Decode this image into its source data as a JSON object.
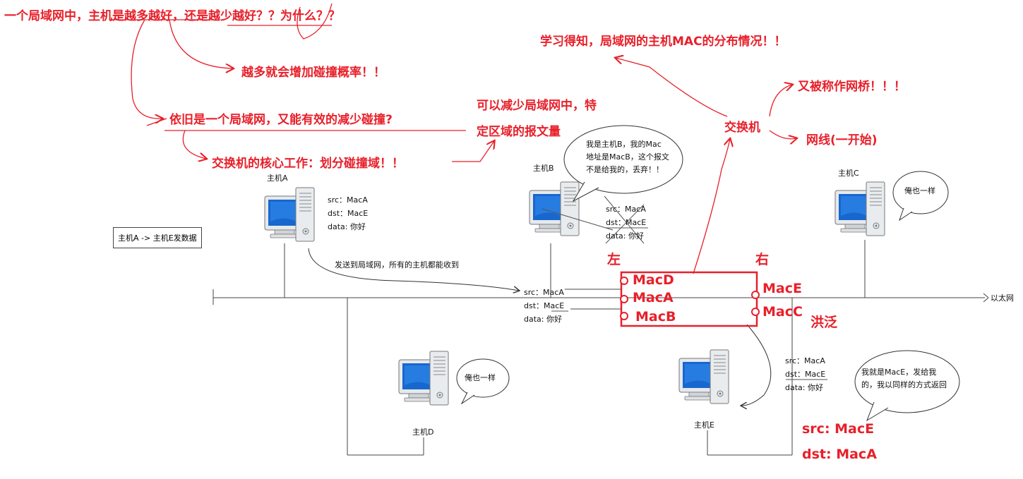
{
  "annotations": {
    "question": "一个局域网中，主机是越多越好，还是越少越好？？为什么？？",
    "more_collisions": "越多就会增加碰撞概率！！",
    "still_lan": "依旧是一个局域网，又能有效的减少碰撞?",
    "core_work": "交换机的核心工作：划分碰撞域！！",
    "reduce_traffic_1": "可以减少局域网中，特",
    "reduce_traffic_2": "定区域的报文量",
    "learned": "学习得知，局域网的主机MAC的分布情况！！",
    "switch": "交换机",
    "bridge": "又被称作网桥！！！",
    "cable": "网线(一开始)",
    "left": "左",
    "right": "右",
    "flood": "洪泛"
  },
  "hosts": {
    "a": "主机A",
    "b": "主机B",
    "c": "主机C",
    "d": "主机D",
    "e": "主机E"
  },
  "legend_box": "主机A -> 主机E发数据",
  "ethernet_label": "以太网",
  "broadcast_note": "发送到局域网，所有的主机都能收到",
  "packet_a": {
    "src": "src：MacA",
    "dst": "dst：MacE",
    "data": "data: 你好"
  },
  "packet_b": {
    "src": "src：MacA",
    "dst": "dst：MacE",
    "data": "data: 你好"
  },
  "packet_mid": {
    "src": "src：MacA",
    "dst": "dst：MacE",
    "data": "data: 你好"
  },
  "packet_e": {
    "src": "src：MacA",
    "dst": "dst：MacE",
    "data": "data: 你好"
  },
  "bubbles": {
    "b": [
      "我是主机B，我的Mac",
      "地址是MacB，这个报文",
      "不是给我的，丢弃！！"
    ],
    "c": "俺也一样",
    "d": "俺也一样",
    "e": [
      "我就是MacE，发给我",
      "的，我以同样的方式返回"
    ]
  },
  "switch_ports": {
    "left": [
      "MacD",
      "MacA",
      "MacB"
    ],
    "right": [
      "MacE",
      "MacC"
    ]
  },
  "reply": {
    "src": "src: MacE",
    "dst": "dst: MacA"
  },
  "colors": {
    "annotation": "#e8202a",
    "screen": "#1463c8",
    "case": "#e9ecef"
  }
}
